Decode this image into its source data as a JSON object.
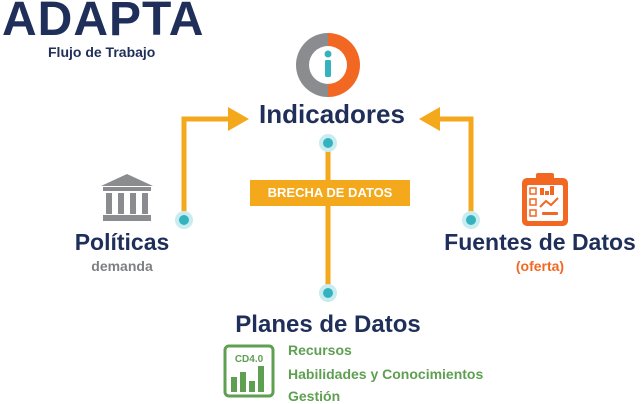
{
  "brand": {
    "title": "ADAPTA",
    "subtitle": "Flujo de Trabajo"
  },
  "nodes": {
    "indicadores": {
      "title": "Indicadores"
    },
    "politicas": {
      "title": "Políticas",
      "subtitle": "demanda"
    },
    "fuentes": {
      "title": "Fuentes de Datos",
      "subtitle": "(oferta)"
    },
    "planes": {
      "title": "Planes de Datos",
      "badge": "CD4.0",
      "items": [
        "Recursos",
        "Habilidades y Conocimientos",
        "Gestión"
      ]
    }
  },
  "gap_label": "BRECHA DE DATOS",
  "icons": {
    "indicadores": "info-icon",
    "politicas": "institution-building-icon",
    "fuentes": "clipboard-checklist-chart-icon",
    "planes": "cd40-bar-chart-icon"
  },
  "colors": {
    "navy": "#1f2f5a",
    "orange": "#f26722",
    "amber": "#f4a91c",
    "gray": "#8a8c8f",
    "teal": "#34b3bf",
    "green": "#5e9f52"
  }
}
